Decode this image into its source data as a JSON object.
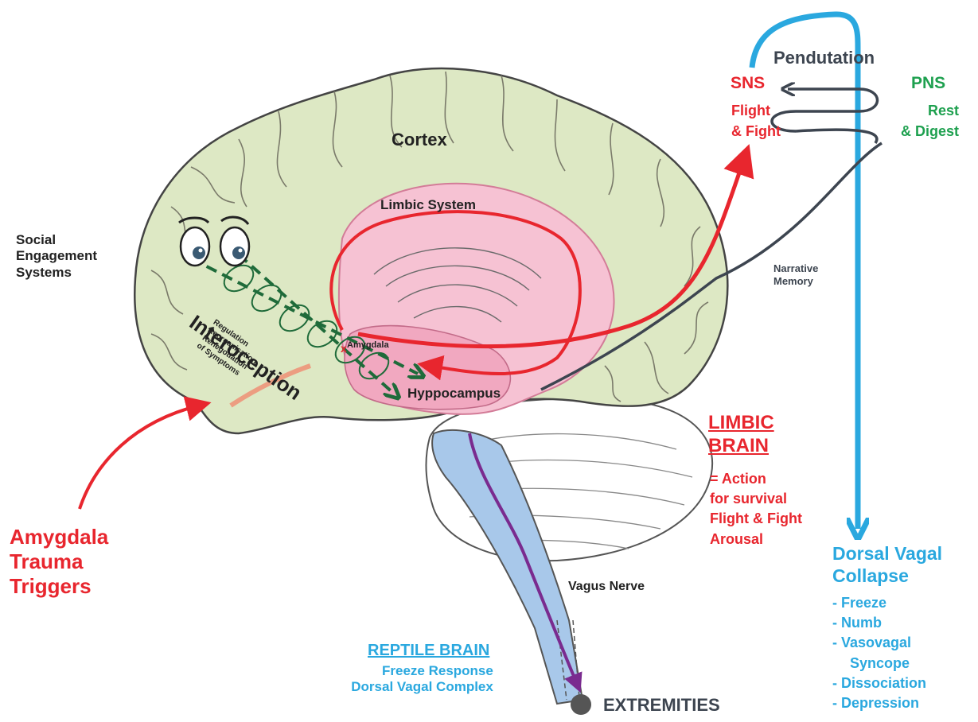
{
  "colors": {
    "red": "#e8262e",
    "green": "#1ea04f",
    "blue": "#2aa8df",
    "purple": "#7a2b8f",
    "cortex": "#dde8c4",
    "limbic": "#f6c2d3",
    "brainstem": "#a8c8ea",
    "dark_green": "#1f6b3a",
    "grey": "#3d4550"
  },
  "labels": {
    "cortex": "Cortex",
    "limbic_system": "Limbic System",
    "social_engagement": [
      "Social",
      "Engagement",
      "Systems"
    ],
    "interoception": "Interoception",
    "interoception_sub": [
      "Regulation",
      "Reorganisation",
      "Renegotiation",
      "of Symptoms"
    ],
    "amygdala": "Amygdala",
    "hyppocampus": "Hyppocampus",
    "narrative_memory": [
      "Narrative",
      "Memory"
    ],
    "pendutation": "Pendutation",
    "sns": "SNS",
    "sns_sub": [
      "Flight",
      "& Fight"
    ],
    "pns": "PNS",
    "pns_sub": [
      "Rest",
      "& Digest"
    ],
    "limbic_brain": [
      "LIMBIC",
      "BRAIN"
    ],
    "limbic_brain_desc": [
      "= Action",
      "for survival",
      "Flight & Fight",
      "Arousal"
    ],
    "amygdala_triggers": [
      "Amygdala",
      "Trauma",
      "Triggers"
    ],
    "vagus_nerve": "Vagus Nerve",
    "reptile_brain": "REPTILE BRAIN",
    "reptile_desc": [
      "Freeze Response",
      "Dorsal Vagal Complex"
    ],
    "extremities": "EXTREMITIES",
    "dorsal_vagal": [
      "Dorsal Vagal",
      "Collapse"
    ],
    "dorsal_list": [
      "- Freeze",
      "- Numb",
      "- Vasovagal",
      "Syncope",
      "- Dissociation",
      "- Depression"
    ]
  }
}
